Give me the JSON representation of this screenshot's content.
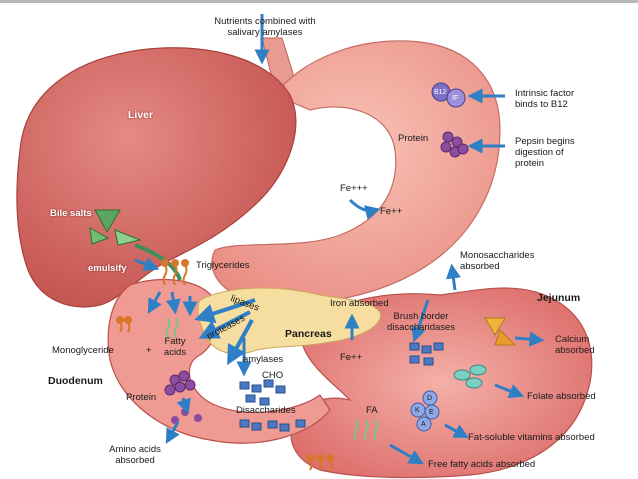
{
  "top_bar_color": "#b8b8b8",
  "colors": {
    "liver": "#d9706c",
    "stomach": "#f2a79a",
    "intestine": "#e98b86",
    "pancreas": "#f7e2a8",
    "arrow": "#2f7fc7",
    "triglyceride": "#d8762a",
    "fatty_acid": "#7fc28a",
    "protein": "#8c4ca0",
    "cho": "#4b78c4"
  },
  "labels": {
    "nutrients": "Nutrients combined with",
    "nutrients2": "salivary amylases",
    "liver": "Liver",
    "intrinsic1": "Intrinsic factor",
    "intrinsic2": "binds to B12",
    "protein_stomach": "Protein",
    "pepsin1": "Pepsin begins",
    "pepsin2": "digestion of",
    "pepsin3": "protein",
    "fe3": "Fe+++",
    "fe2": "Fe++",
    "bile_salts": "Bile salts",
    "emulsify": "emulsify",
    "triglycerides": "Triglycerides",
    "monosaccharides1": "Monosaccharides",
    "monosaccharides2": "absorbed",
    "iron_absorbed": "Iron absorbed",
    "jejunum": "Jejunum",
    "lipases": "lipases",
    "proteases": "proteases",
    "pancreas": "Pancreas",
    "brush1": "Brush border",
    "brush2": "disaccharidases",
    "monoglyceride": "Monoglyceride",
    "plus": "+",
    "fatty_acids1": "Fatty",
    "fatty_acids2": "acids",
    "amylases": "amylases",
    "fe2_lower": "Fe++",
    "calcium1": "Calcium",
    "calcium2": "absorbed",
    "duodenum": "Duodenum",
    "cho": "CHO",
    "protein_duodenum": "Protein",
    "folate": "Folate absorbed",
    "disaccharides": "Disaccharides",
    "fa": "FA",
    "fat_soluble": "Fat-soluble vitamins absorbed",
    "amino1": "Amino acids",
    "amino2": "absorbed",
    "free_fatty": "Free fatty acids absorbed",
    "b12": "B12",
    "if": "IF",
    "vit_d": "D",
    "vit_e": "E",
    "vit_k": "K",
    "vit_a": "A"
  }
}
